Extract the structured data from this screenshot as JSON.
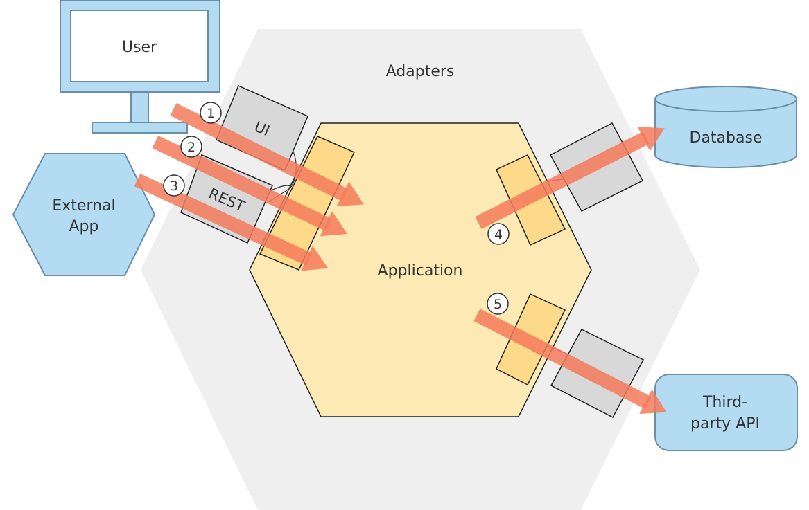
{
  "labels": {
    "adapters": "Adapters",
    "application": "Application",
    "user": "User",
    "external_app_line1": "External",
    "external_app_line2": "App",
    "ui": "UI",
    "rest": "REST",
    "database": "Database",
    "third_party_line1": "Third-",
    "third_party_line2": "party API"
  },
  "steps": [
    "1",
    "2",
    "3",
    "4",
    "5"
  ],
  "colors": {
    "adapters_hex": "#efefef",
    "application_hex": "#fde9b3",
    "port": "#fdd98a",
    "adapter_box": "#d8d8d8",
    "external_blue": "#b3dcf2",
    "blue_stroke": "#6a8ea8",
    "arrow": "#f47a5a"
  }
}
